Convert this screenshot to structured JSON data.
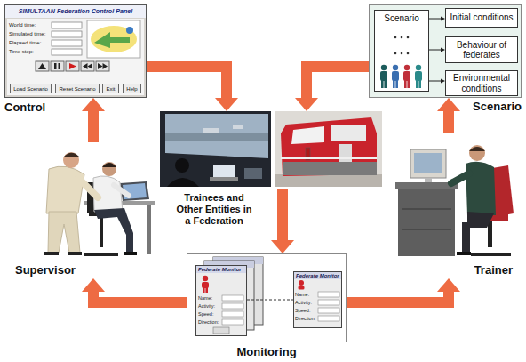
{
  "diagram": {
    "nodes": [
      {
        "text": [
          "SIMULTAAN Federation Control Panel",
          "Control"
        ]
      },
      {
        "text": [
          "Load Scenario"
        ],
        "in": 0
      },
      {
        "text": [
          "Reset Scenario"
        ],
        "in": 0
      },
      {
        "text": [
          "Exit"
        ],
        "in": 0
      },
      {
        "text": [
          "Help"
        ],
        "in": 0
      },
      {
        "text": [
          "Scenario"
        ]
      },
      {
        "text": [
          "Scenario"
        ],
        "in": 5
      },
      {
        "text": [
          "Initial conditions"
        ],
        "in": 5
      },
      {
        "text": [
          "Behaviour of federates"
        ],
        "in": 5
      },
      {
        "text": [
          "Environmental conditions"
        ],
        "in": 5
      },
      {
        "text": [
          "Trainees and Other Entities in a Federation"
        ]
      },
      {
        "text": [
          "Supervisor"
        ]
      },
      {
        "text": [
          "Trainer"
        ]
      },
      {
        "text": [
          "Monitoring"
        ]
      },
      {
        "text": [
          "Federate Monitor"
        ],
        "in": 13
      },
      {
        "text": [
          "Federate Monitor"
        ],
        "in": 13
      }
    ],
    "edges": [
      {
        "from": 0,
        "to": 10,
        "arrow": "to"
      },
      {
        "from": 5,
        "to": 10,
        "arrow": "to"
      },
      {
        "from": 10,
        "to": 13,
        "arrow": "to"
      },
      {
        "from": 13,
        "to": 11,
        "arrow": "to"
      },
      {
        "from": 13,
        "to": 12,
        "arrow": "to"
      },
      {
        "from": 11,
        "to": 0,
        "arrow": "to"
      },
      {
        "from": 12,
        "to": 5,
        "arrow": "to"
      },
      {
        "from": 6,
        "to": 7,
        "arrow": "to"
      },
      {
        "from": 6,
        "to": 8,
        "arrow": "to"
      },
      {
        "from": 6,
        "to": 9,
        "arrow": "to"
      },
      {
        "from": 14,
        "to": 15,
        "arrow": "none"
      }
    ],
    "labels": [
      "World time:",
      "Simulated time:",
      "Elapsed time:",
      "Time step:",
      "Name:",
      "Activity:",
      "Speed:",
      "Direction:",
      "Name:",
      "Activity:",
      "Speed:",
      "Direction:"
    ]
  }
}
